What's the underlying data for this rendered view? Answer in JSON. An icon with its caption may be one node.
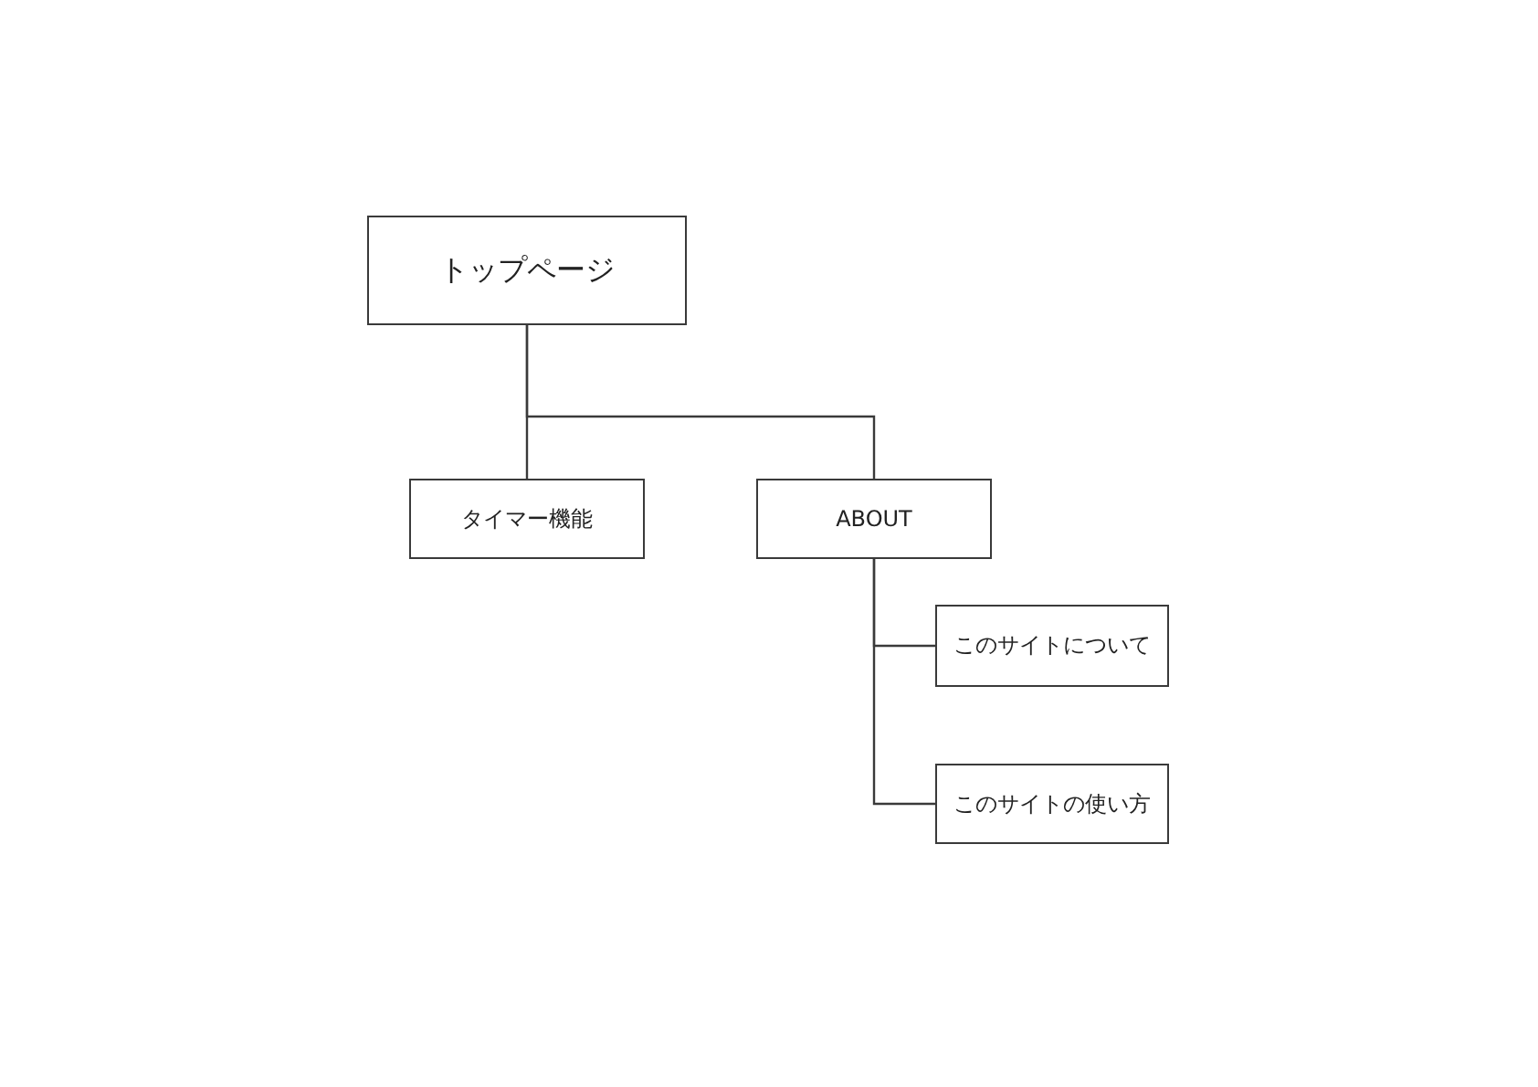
{
  "diagram": {
    "nodes": [
      {
        "text": [
          "トップページ"
        ]
      },
      {
        "text": [
          "タイマー機能"
        ]
      },
      {
        "text": [
          "ABOUT"
        ]
      },
      {
        "text": [
          "このサイトについて"
        ]
      },
      {
        "text": [
          "このサイトの使い方"
        ]
      }
    ],
    "edges": [
      {
        "from": 0,
        "to": 1,
        "arrow": "none"
      },
      {
        "from": 0,
        "to": 2,
        "arrow": "none"
      },
      {
        "from": 2,
        "to": 3,
        "arrow": "none"
      },
      {
        "from": 2,
        "to": 4,
        "arrow": "none"
      }
    ]
  }
}
